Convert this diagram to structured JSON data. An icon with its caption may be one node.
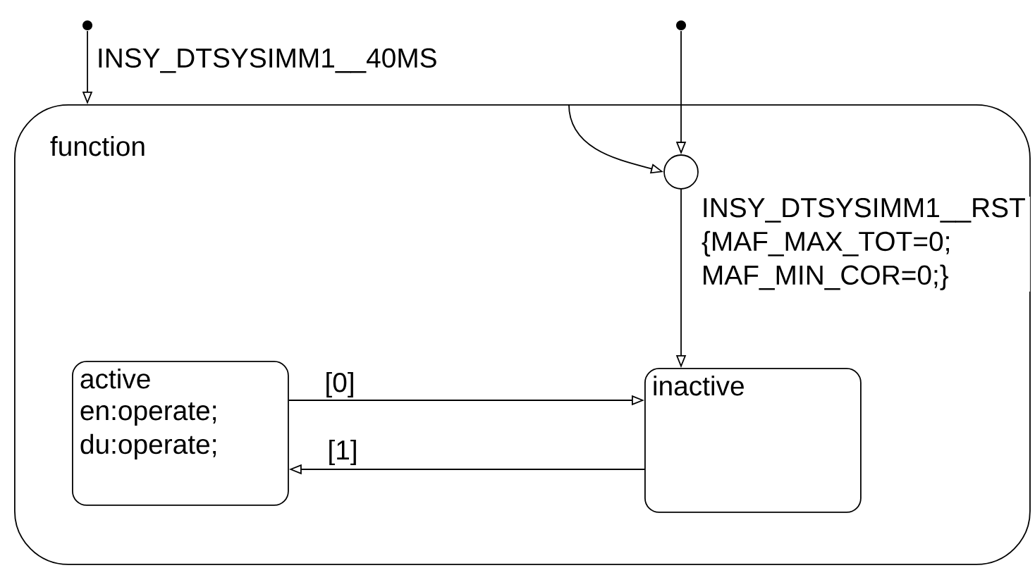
{
  "diagram": {
    "nodes": [
      {
        "text": [
          "function"
        ]
      },
      {
        "text": [
          "active",
          "en:operate; du:operate;"
        ],
        "in": 0
      },
      {
        "text": [
          "inactive"
        ],
        "in": 0
      },
      {
        "text": [],
        "shape": "circle",
        "in": 0
      },
      {
        "text": [],
        "shape": "dot"
      },
      {
        "text": [],
        "shape": "dot"
      }
    ],
    "edges": [
      {
        "from": 4,
        "to": 0,
        "arrow": "to",
        "label": "INSY_DTSYSIMM1__40MS"
      },
      {
        "from": 5,
        "to": 3,
        "arrow": "to"
      },
      {
        "from": 0,
        "to": 3,
        "arrow": "to"
      },
      {
        "from": 3,
        "to": 2,
        "arrow": "to",
        "label": "INSY_DTSYSIMM1__RST {MAF_MAX_TOT=0; MAF_MIN_COR=0;}"
      },
      {
        "from": 1,
        "to": 2,
        "arrow": "to",
        "label": "[0]"
      },
      {
        "from": 2,
        "to": 1,
        "arrow": "to",
        "label": "[1]"
      }
    ]
  }
}
